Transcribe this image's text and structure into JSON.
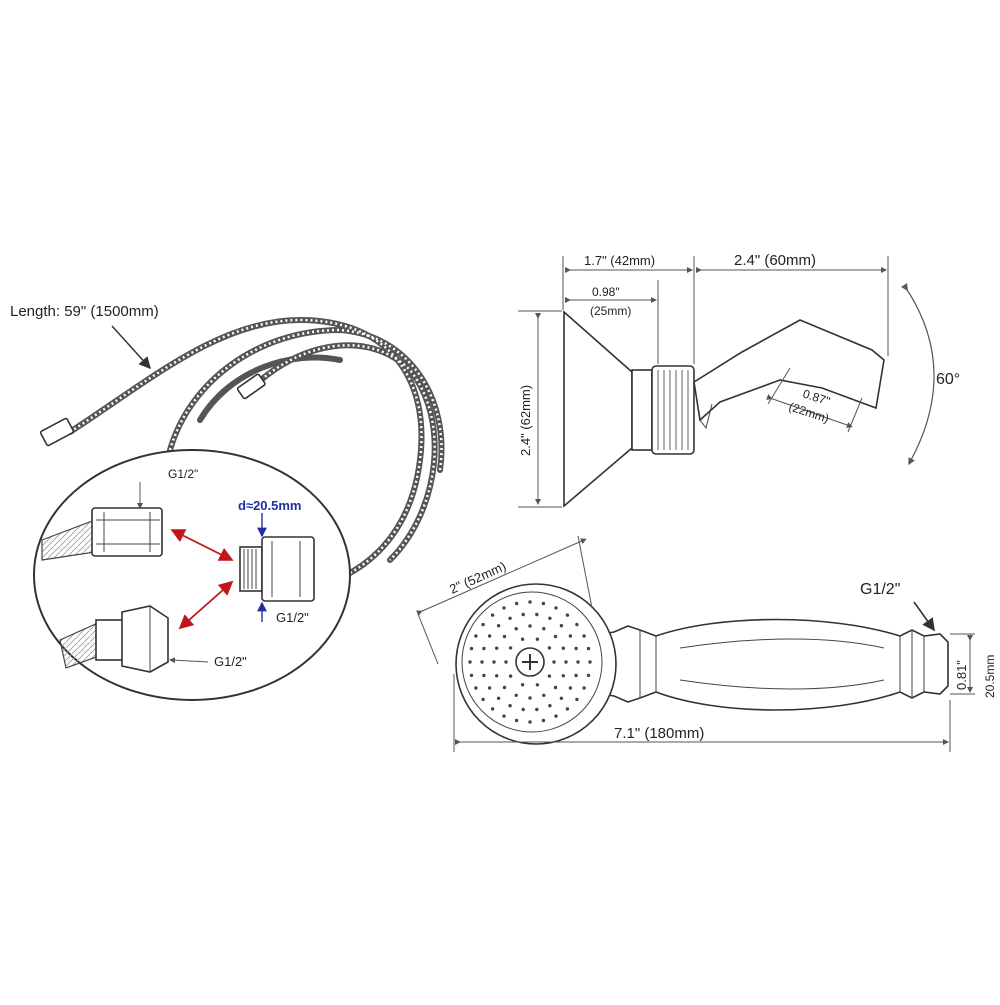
{
  "labels": {
    "hose_length": "Length: 59\" (1500mm)",
    "thread_top": "G1/2\"",
    "thread_bottom": "G1/2\"",
    "thread_adapter": "G1/2\"",
    "diameter": "d≈20.5mm",
    "bracket_width_outer": "1.7\" (42mm)",
    "bracket_width_inner_in": "0.98\"",
    "bracket_width_inner_mm": "(25mm)",
    "bracket_reach": "2.4\" (60mm)",
    "bracket_height": "2.4\" (62mm)",
    "bracket_bore_in": "0.87\"",
    "bracket_bore_mm": "(22mm)",
    "bracket_angle": "60°",
    "head_diameter": "2\" (52mm)",
    "handle_length": "7.1\" (180mm)",
    "handle_thread": "G1/2\"",
    "handle_end_in": "0.81\"",
    "handle_end_mm": "20.5mm"
  },
  "colors": {
    "arrow_red": "#c0151b",
    "diameter_blue": "#1f2fa3",
    "line": "#333333"
  }
}
